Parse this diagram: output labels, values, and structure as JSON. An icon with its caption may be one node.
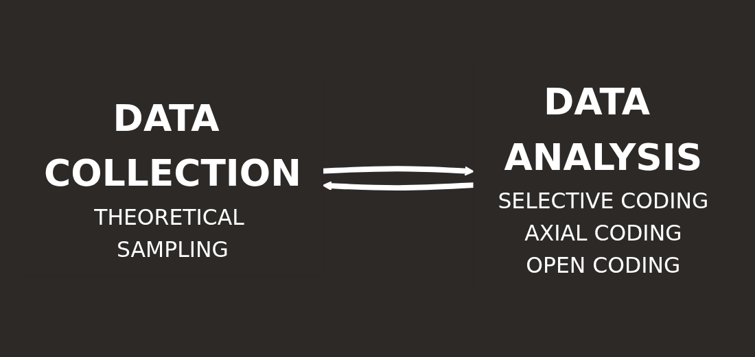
{
  "diagram": {
    "nodes": [
      {
        "text": [
          "DATA COLLECTION",
          "THEORETICAL SAMPLING"
        ]
      },
      {
        "text": [
          "DATA ANALYSIS",
          "SELECTIVE CODING",
          "AXIAL CODING",
          "OPEN CODING"
        ]
      }
    ],
    "edges": [
      {
        "from": 1,
        "to": 0,
        "arrow": "to"
      },
      {
        "from": 0,
        "to": 1,
        "arrow": "to"
      }
    ]
  }
}
